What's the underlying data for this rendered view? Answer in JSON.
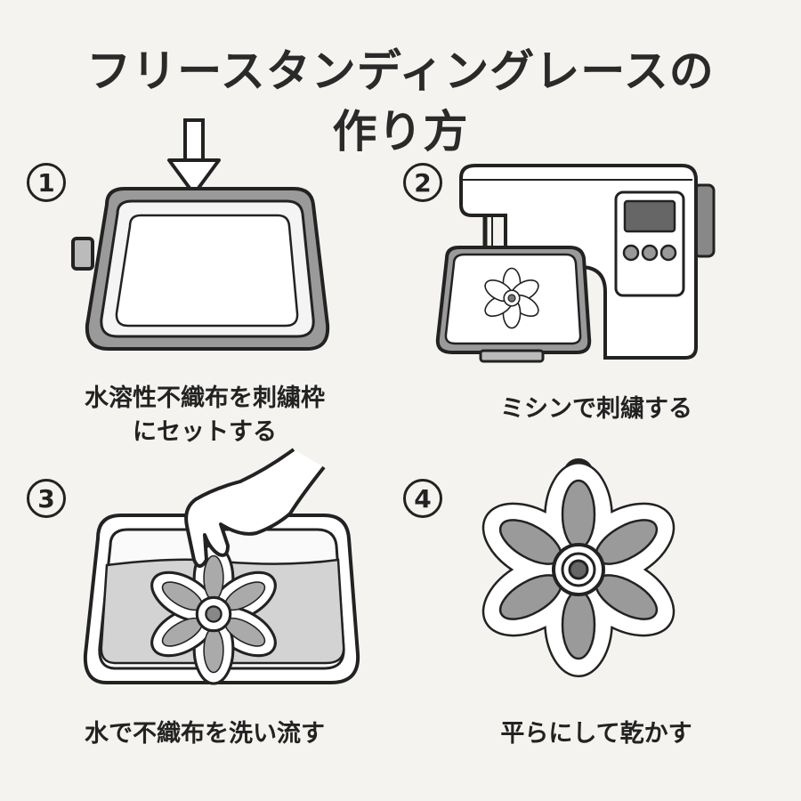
{
  "title": {
    "line1": "フリースタンディングレースの",
    "line2": "作り方"
  },
  "steps": [
    {
      "num": "1",
      "caption_line1": "水溶性不織布を刺繍枠",
      "caption_line2": "にセットする"
    },
    {
      "num": "2",
      "caption_line1": "ミシンで刺繍する"
    },
    {
      "num": "3",
      "caption_line1": "水で不織布を洗い流す"
    },
    {
      "num": "4",
      "caption_line1": "平らにして乾かす"
    }
  ]
}
